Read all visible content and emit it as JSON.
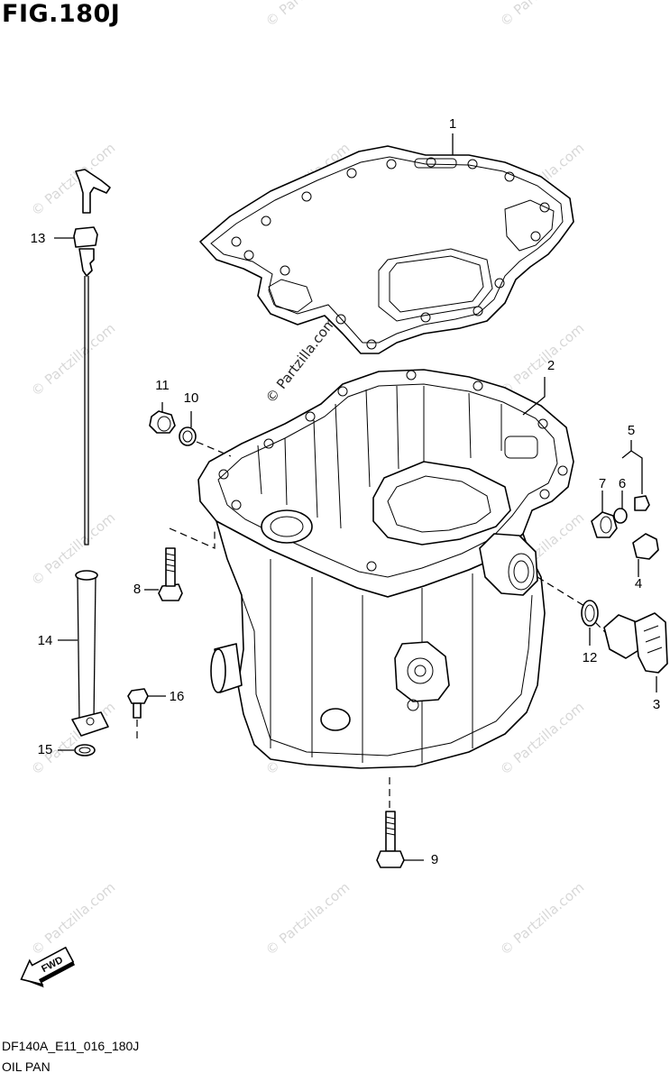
{
  "figure": {
    "title": "FIG.180J",
    "diagram_code": "DF140A_E11_016_180J",
    "name": "OIL PAN",
    "fwd_label": "FWD",
    "watermark": "© Partzilla.com"
  },
  "callouts": {
    "c1": "1",
    "c2": "2",
    "c3": "3",
    "c4": "4",
    "c5": "5",
    "c6": "6",
    "c7": "7",
    "c8": "8",
    "c9": "9",
    "c10": "10",
    "c11": "11",
    "c12": "12",
    "c13": "13",
    "c14": "14",
    "c15": "15",
    "c16": "16"
  },
  "colors": {
    "ink": "#000000",
    "paper": "#ffffff",
    "watermark": "#d8d8d8"
  }
}
